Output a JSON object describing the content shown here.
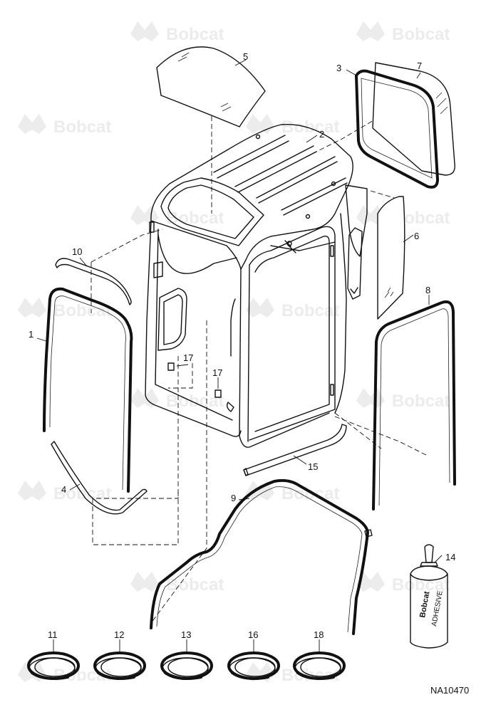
{
  "watermark": {
    "text": "Bobcat",
    "logo": "bobcat-logo",
    "color": "#ececec"
  },
  "drawing_id": "NA10470",
  "callouts": [
    {
      "num": "1",
      "part": "door-window-seal"
    },
    {
      "num": "2",
      "part": "cab-frame"
    },
    {
      "num": "3",
      "part": "rear-window-seal"
    },
    {
      "num": "4",
      "part": "lower-trim-strip"
    },
    {
      "num": "5",
      "part": "roof-window-glass"
    },
    {
      "num": "6",
      "part": "side-window-glass"
    },
    {
      "num": "7",
      "part": "rear-window-glass"
    },
    {
      "num": "8",
      "part": "side-window-seal"
    },
    {
      "num": "9",
      "part": "front-window-seal"
    },
    {
      "num": "10",
      "part": "upper-trim-strip"
    },
    {
      "num": "11",
      "part": "seal-coil"
    },
    {
      "num": "12",
      "part": "seal-coil"
    },
    {
      "num": "13",
      "part": "seal-coil"
    },
    {
      "num": "14",
      "part": "adhesive-cartridge"
    },
    {
      "num": "15",
      "part": "lower-channel-strip"
    },
    {
      "num": "16",
      "part": "seal-coil"
    },
    {
      "num": "17",
      "part": "clip"
    },
    {
      "num": "18",
      "part": "seal-coil"
    }
  ],
  "adhesive_label": {
    "brand": "Bobcat",
    "text": "ADHESIVE"
  }
}
